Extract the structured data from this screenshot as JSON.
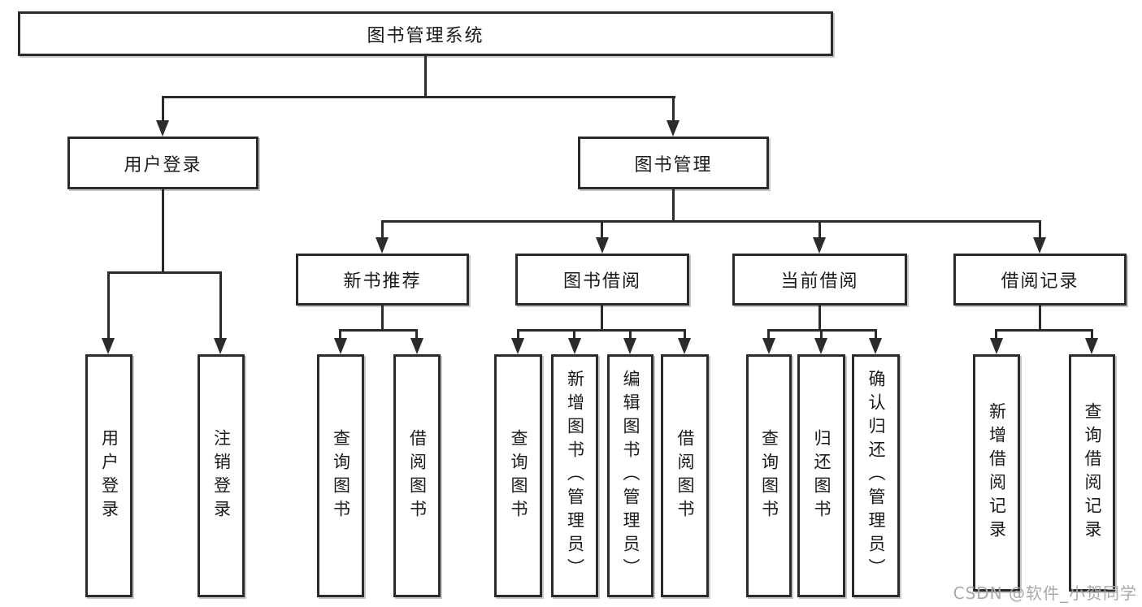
{
  "diagram": {
    "tree": {
      "label": "图书管理系统",
      "children": [
        {
          "label": "用户登录",
          "children": [
            {
              "label": "用户登录"
            },
            {
              "label": "注销登录"
            }
          ]
        },
        {
          "label": "图书管理",
          "children": [
            {
              "label": "新书推荐",
              "children": [
                {
                  "label": "查询图书"
                },
                {
                  "label": "借阅图书"
                }
              ]
            },
            {
              "label": "图书借阅",
              "children": [
                {
                  "label": "查询图书"
                },
                {
                  "label": "新增图书（管理员）"
                },
                {
                  "label": "编辑图书（管理员）"
                },
                {
                  "label": "借阅图书"
                }
              ]
            },
            {
              "label": "当前借阅",
              "children": [
                {
                  "label": "查询图书"
                },
                {
                  "label": "归还图书"
                },
                {
                  "label": "确认归还（管理员）"
                }
              ]
            },
            {
              "label": "借阅记录",
              "children": [
                {
                  "label": "新增借阅记录"
                },
                {
                  "label": "查询借阅记录"
                }
              ]
            }
          ]
        }
      ]
    },
    "watermark": "CSDN @软件_小贺同学",
    "colors": {
      "line": "#2b2b2b",
      "box_border": "#2b2b2b",
      "box_fill": "#ffffff",
      "text": "#1a1a1a",
      "watermark": "#a9a9a9"
    }
  }
}
